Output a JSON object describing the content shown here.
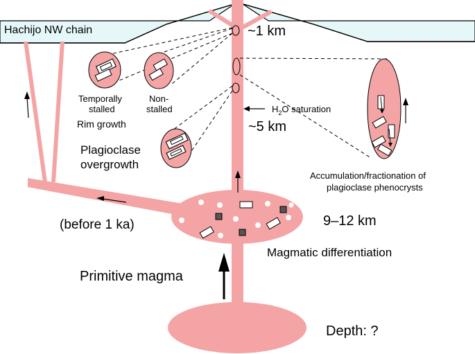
{
  "labels": {
    "hachijo": "Hachijo NW chain",
    "one_km": "~1 km",
    "temporally": "Temporally",
    "stalled": "stalled",
    "non": "Non-",
    "stalled2": "stalled",
    "rim_growth": "Rim growth",
    "h2o_h": "H",
    "h2o_sub": "2",
    "h2o_rest": "O saturation",
    "five_km": "~5 km",
    "plag_1": "Plagioclase",
    "plag_2": "overgrowth",
    "accum_1": "Accumulation/fractionation of",
    "accum_2": "plagioclase phenocrysts",
    "depth_range": "9–12 km",
    "before": "(before 1 ka)",
    "magmatic": "Magmatic differentiation",
    "primitive": "Primitive magma",
    "depth": "Depth: ?"
  },
  "colors": {
    "magma": "#f4a4a4",
    "sea": "#e6f7f9",
    "outline": "#000000",
    "crystal_dark": "#555555",
    "crystal_light": "#ffffff"
  }
}
